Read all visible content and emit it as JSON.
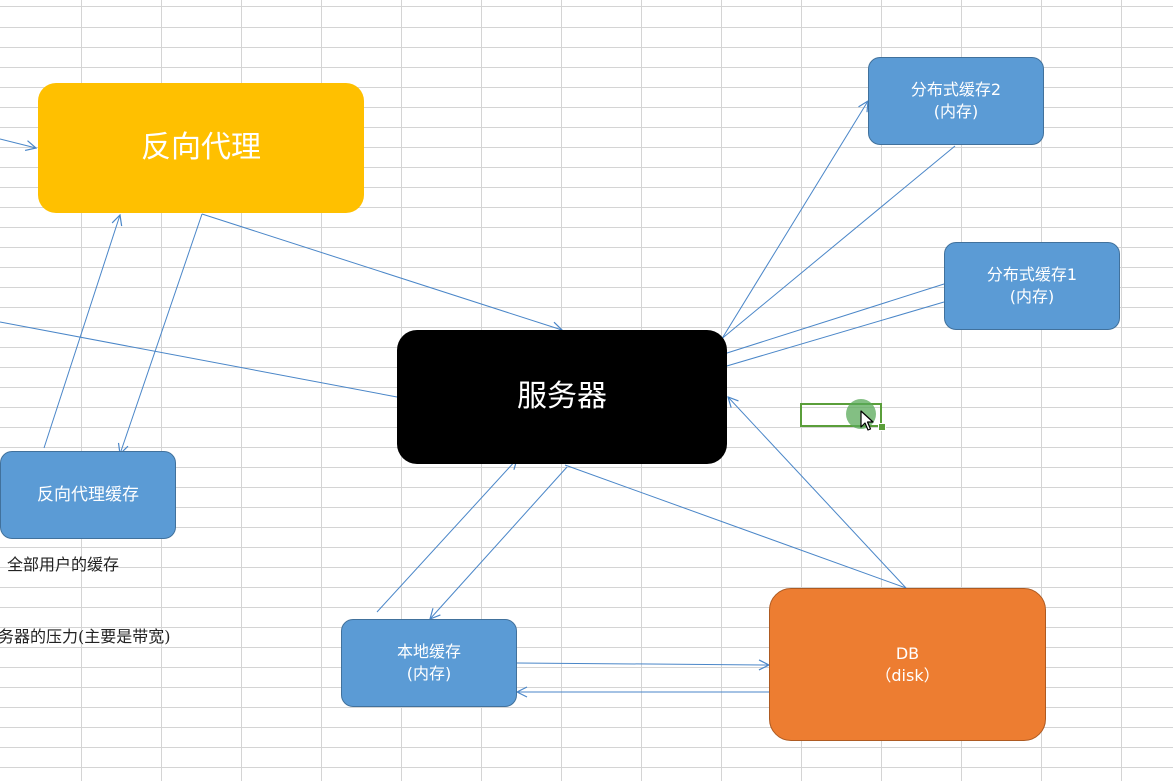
{
  "nodes": {
    "reverse_proxy": {
      "label": "反向代理",
      "color": "#ffc000"
    },
    "server": {
      "label": "服务器",
      "color": "#000000"
    },
    "distributed_cache_2": {
      "line1": "分布式缓存2",
      "line2": "(内存)",
      "color": "#5b9bd5"
    },
    "distributed_cache_1": {
      "line1": "分布式缓存1",
      "line2": "(内存)",
      "color": "#5b9bd5"
    },
    "reverse_proxy_cache": {
      "label": "反向代理缓存",
      "color": "#5b9bd5"
    },
    "local_cache": {
      "line1": "本地缓存",
      "line2": "(内存)",
      "color": "#5b9bd5"
    },
    "db": {
      "line1": "DB",
      "line2": "（disk）",
      "color": "#ed7d31"
    }
  },
  "notes": {
    "all_users_cache": "全部用户的缓存",
    "server_pressure": "务器的压力(主要是带宽)"
  },
  "connector_color": "#4a86c8",
  "selection_color": "#5a9e3a"
}
